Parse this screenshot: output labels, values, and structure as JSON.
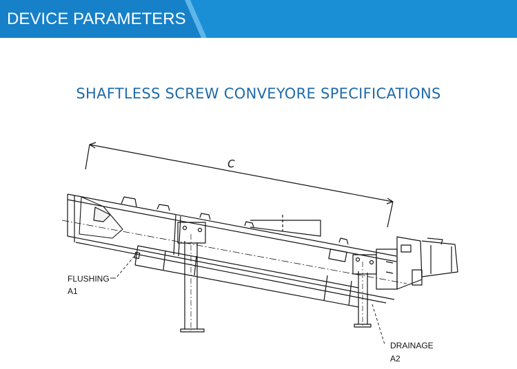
{
  "header": {
    "title": "DEVICE PARAMETERS",
    "bg_color": "#1a8fd6",
    "accent_color": "#1578bd"
  },
  "drawing": {
    "title": "SHAFTLESS SCREW CONVEYORE SPECIFICATIONS",
    "title_color": "#1f6aa8",
    "dimension_label": "C",
    "callouts": [
      {
        "name": "FLUSHING",
        "code": "A1"
      },
      {
        "name": "DRAINAGE",
        "code": "A2"
      }
    ]
  }
}
